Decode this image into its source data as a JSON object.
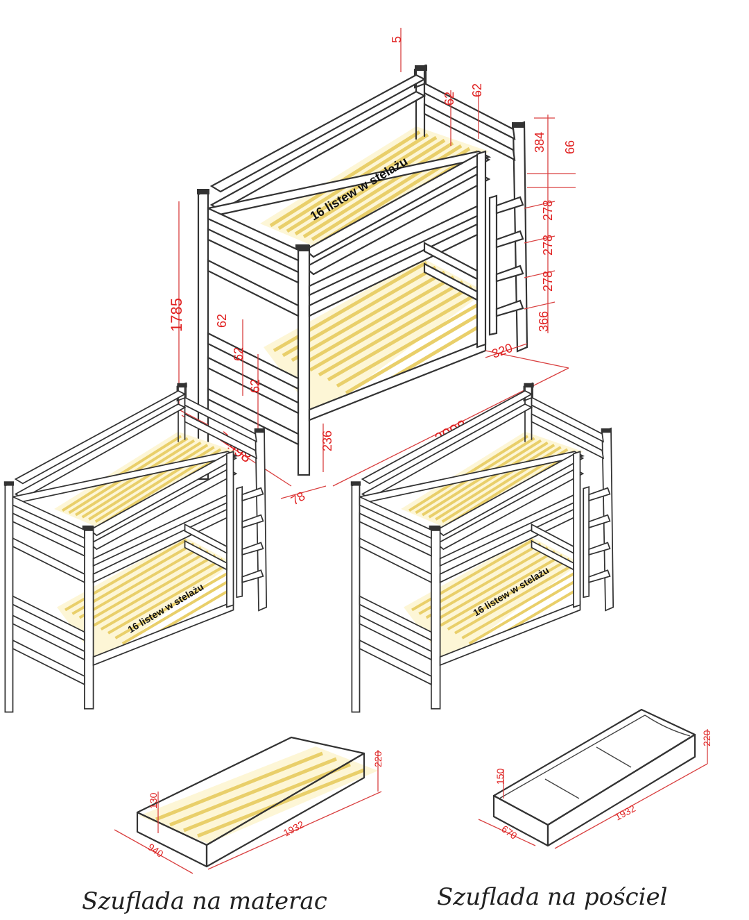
{
  "top_bed": {
    "slats_label": "16 listew w stelażu",
    "dims": {
      "d_5": "5",
      "d_62_top_a": "62",
      "d_62_top_b": "62",
      "d_384": "384",
      "d_66": "66",
      "d_278_a": "278",
      "d_278_b": "278",
      "d_278_c": "278",
      "d_366": "366",
      "d_320": "320",
      "d_1785": "1785",
      "d_62_low_a": "62",
      "d_62_low_b": "62",
      "d_62_low_c": "62",
      "d_78_a": "78",
      "d_998": "998",
      "d_236": "236",
      "d_2098": "2098",
      "d_78_b": "78"
    }
  },
  "left_bed": {
    "slats_label": "16 listew w stelażu",
    "dims": {
      "d_220": "220",
      "d_130": "130",
      "d_940": "940",
      "d_1932": "1932"
    },
    "caption": "Szuflada na materac"
  },
  "right_bed": {
    "slats_label": "16 listew w stelażu",
    "dims": {
      "d_220": "220",
      "d_150": "150",
      "d_670": "670",
      "d_1932": "1932"
    },
    "caption": "Szuflada na pościel"
  },
  "colors": {
    "dimension": "#e02020",
    "slat": "#e9cf6a",
    "frame": "#333333"
  }
}
